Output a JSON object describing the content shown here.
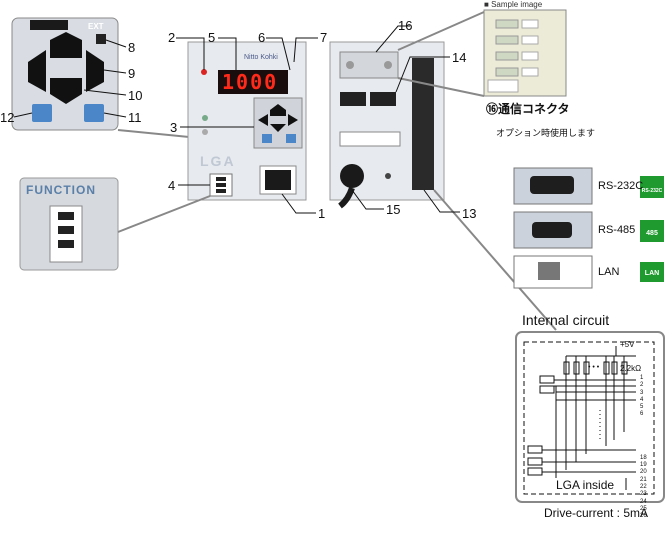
{
  "callouts": [
    "1",
    "2",
    "3",
    "4",
    "5",
    "6",
    "7",
    "8",
    "9",
    "10",
    "11",
    "12",
    "13",
    "14",
    "15",
    "16"
  ],
  "ext_label": "EXT",
  "function_label": "FUNCTION",
  "display_value": "1000",
  "device_model": "LGA",
  "brand_text": "Nitto Kohki",
  "comm_connector_title": "⑯通信コネクタ",
  "option_note": "オプション時使用します",
  "sample_image_label": "Sample image",
  "interfaces": [
    {
      "name": "RS-232C",
      "badge": "RS-232C"
    },
    {
      "name": "RS-485",
      "badge": "485"
    },
    {
      "name": "LAN",
      "badge": "LAN"
    }
  ],
  "circuit": {
    "title": "Internal circuit",
    "supply": "+5V",
    "resistor": "2.2kΩ",
    "dots": "• • •",
    "inside_label": "LGA inside",
    "pins": [
      "1",
      "2",
      "3",
      "4",
      "5",
      "6",
      "18",
      "19",
      "20",
      "21",
      "22",
      "23",
      "24",
      "25",
      "26"
    ],
    "drive_current": "Drive-current : 5mA"
  },
  "colors": {
    "display_red": "#ff2a1a",
    "badge_green": "#1f9a2f",
    "key_blue": "#4a86c8"
  }
}
